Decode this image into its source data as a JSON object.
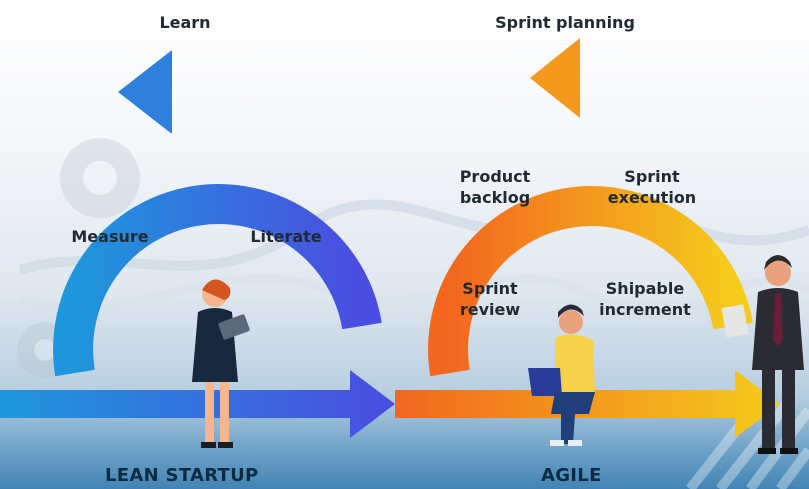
{
  "lean": {
    "title": "LEAN STARTUP",
    "labels": {
      "learn": "Learn",
      "measure": "Measure",
      "literate": "Literate"
    }
  },
  "agile": {
    "title": "AGILE",
    "labels": {
      "sprint_planning": "Sprint planning",
      "product_backlog": "Product\nbacklog",
      "sprint_execution": "Sprint\nexecution",
      "sprint_review": "Sprint\nreview",
      "shipable_increment": "Shipable\nincrement"
    }
  },
  "colors": {
    "lean_start": "#1f94dc",
    "lean_end": "#4a4ee0",
    "agile_start": "#f26a1f",
    "agile_end": "#f4c81e"
  }
}
